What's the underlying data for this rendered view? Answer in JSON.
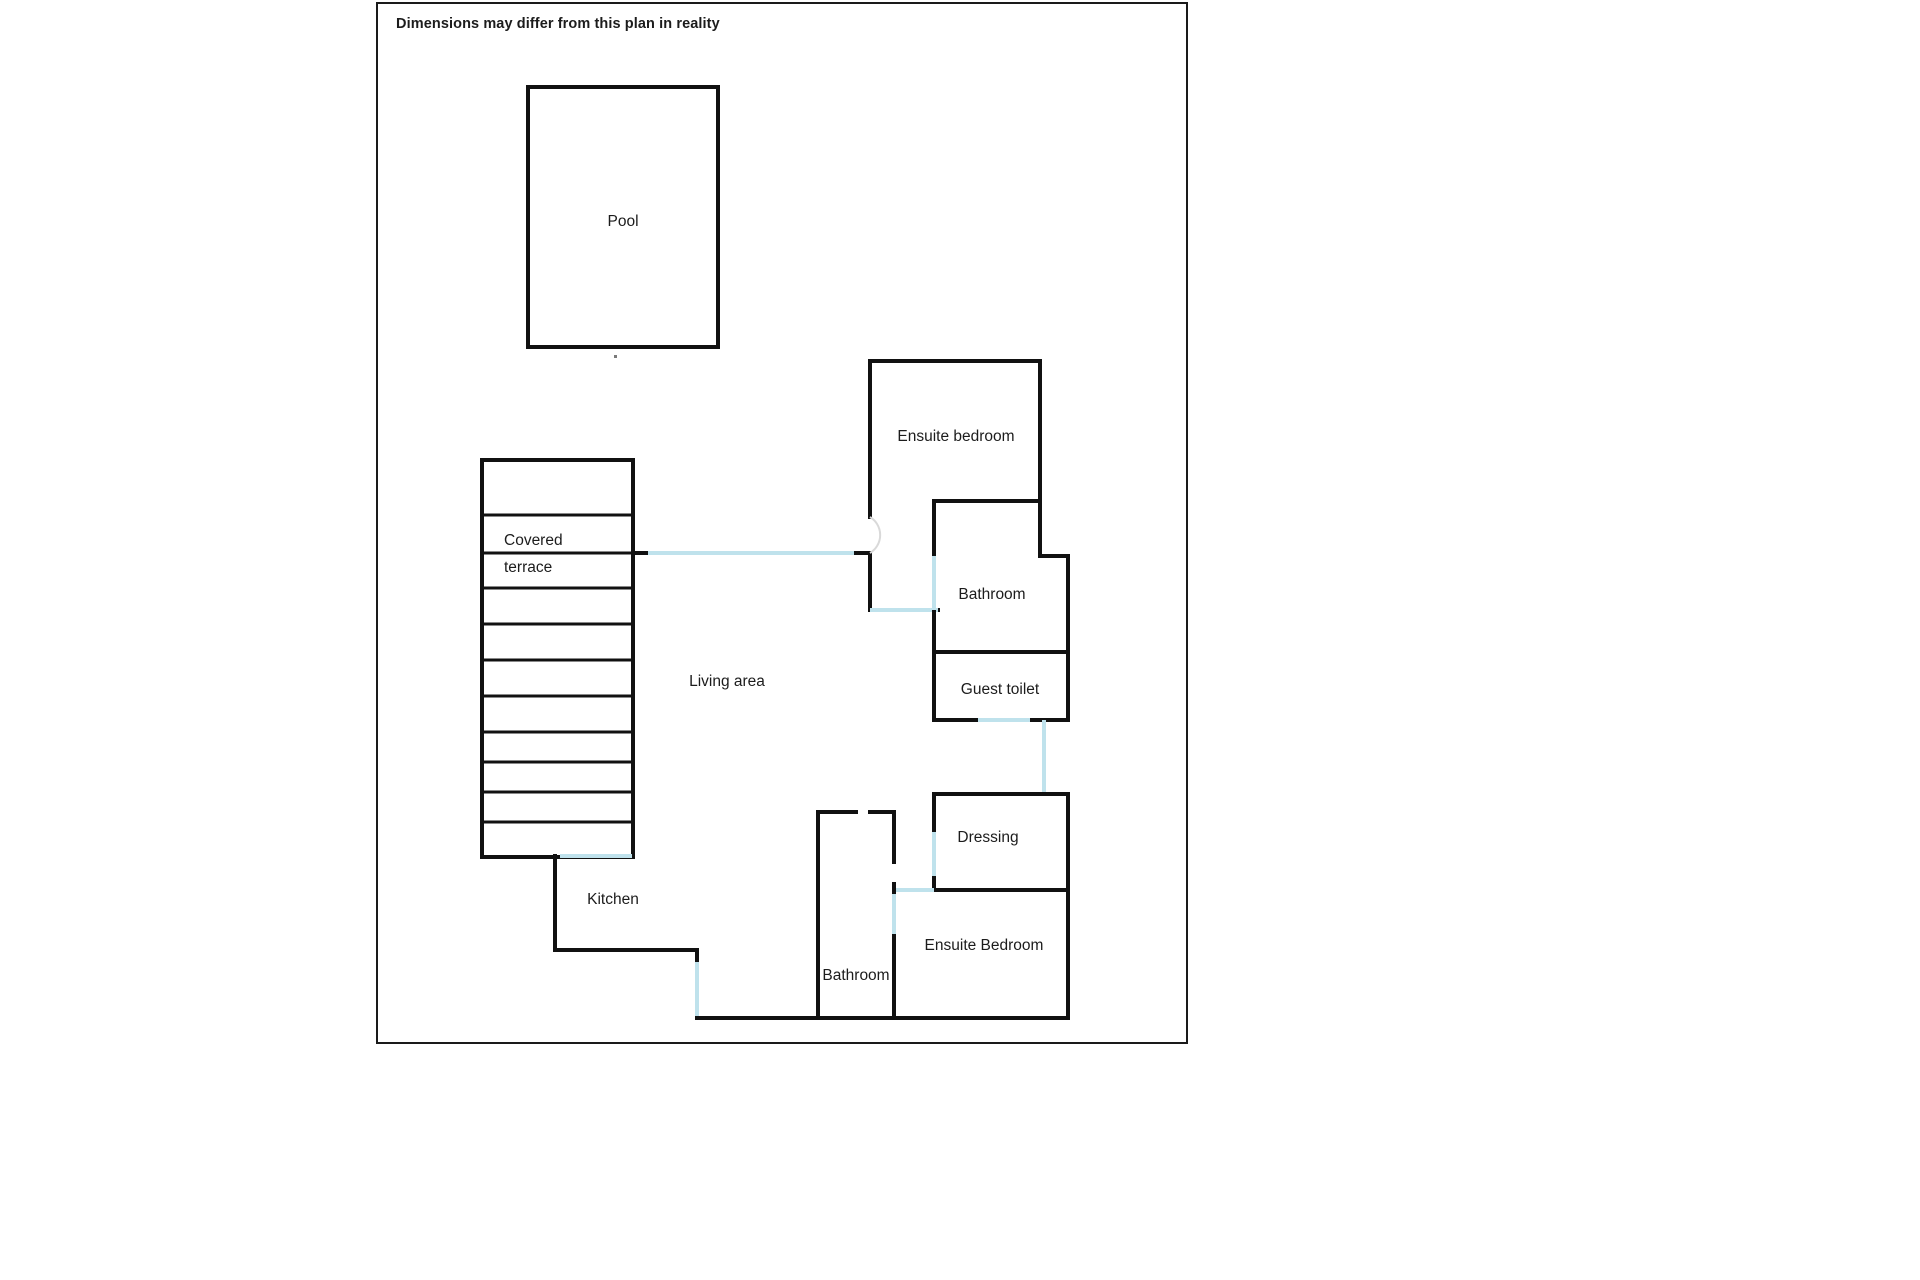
{
  "document": {
    "disclaimer": "Dimensions may differ from this plan in reality",
    "kind": "floor-plan"
  },
  "colors": {
    "wall": "#111111",
    "opening": "#bfe2ec",
    "sheet_background": "#ffffff",
    "page_background": "#ffffff",
    "text": "#1c1c1c"
  },
  "rooms": [
    {
      "id": "pool",
      "label": "Pool"
    },
    {
      "id": "covered-terrace",
      "label_line1": "Covered",
      "label_line2": "terrace"
    },
    {
      "id": "living-area",
      "label": "Living area"
    },
    {
      "id": "kitchen",
      "label": "Kitchen"
    },
    {
      "id": "ensuite-bedroom-upper",
      "label": "Ensuite bedroom"
    },
    {
      "id": "bathroom-upper",
      "label": "Bathroom"
    },
    {
      "id": "guest-toilet",
      "label": "Guest toilet"
    },
    {
      "id": "dressing",
      "label": "Dressing"
    },
    {
      "id": "ensuite-bedroom-lower",
      "label": "Ensuite Bedroom"
    },
    {
      "id": "bathroom-lower",
      "label": "Bathroom"
    }
  ],
  "labels": {
    "pool": "Pool",
    "covered_terrace_line1": "Covered",
    "covered_terrace_line2": "terrace",
    "living_area": "Living area",
    "kitchen": "Kitchen",
    "ensuite_bedroom_upper": "Ensuite bedroom",
    "bathroom_upper": "Bathroom",
    "guest_toilet": "Guest toilet",
    "dressing": "Dressing",
    "ensuite_bedroom_lower": "Ensuite Bedroom",
    "bathroom_lower": "Bathroom"
  }
}
